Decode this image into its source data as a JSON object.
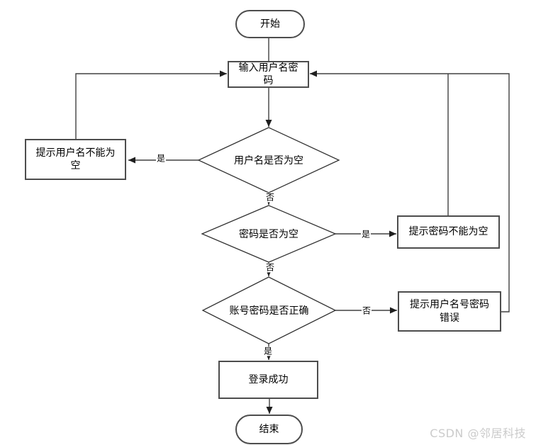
{
  "nodes": {
    "start": {
      "label": "开始",
      "type": "terminator"
    },
    "input": {
      "label": "输入用户名密码",
      "type": "process"
    },
    "check_username": {
      "label": "用户名是否为空",
      "type": "decision"
    },
    "prompt_username_empty": {
      "label": "提示用户名不能为空",
      "type": "process"
    },
    "check_password": {
      "label": "密码是否为空",
      "type": "decision"
    },
    "prompt_password_empty": {
      "label": "提示密码不能为空",
      "type": "process"
    },
    "check_account": {
      "label": "账号密码是否正确",
      "type": "decision"
    },
    "prompt_credentials_error": {
      "label": "提示用户名号密码错误",
      "type": "process"
    },
    "login_success": {
      "label": "登录成功",
      "type": "process"
    },
    "end": {
      "label": "结束",
      "type": "terminator"
    }
  },
  "edges": [
    {
      "from": "start",
      "to": "input",
      "label": ""
    },
    {
      "from": "input",
      "to": "check_username",
      "label": ""
    },
    {
      "from": "check_username",
      "to": "prompt_username_empty",
      "label": "是"
    },
    {
      "from": "prompt_username_empty",
      "to": "input",
      "label": ""
    },
    {
      "from": "check_username",
      "to": "check_password",
      "label": "否"
    },
    {
      "from": "check_password",
      "to": "prompt_password_empty",
      "label": "是"
    },
    {
      "from": "prompt_password_empty",
      "to": "input",
      "label": ""
    },
    {
      "from": "check_password",
      "to": "check_account",
      "label": "否"
    },
    {
      "from": "check_account",
      "to": "prompt_credentials_error",
      "label": "否"
    },
    {
      "from": "prompt_credentials_error",
      "to": "input",
      "label": ""
    },
    {
      "from": "check_account",
      "to": "login_success",
      "label": "是"
    },
    {
      "from": "login_success",
      "to": "end",
      "label": ""
    }
  ],
  "watermark": "CSDN @邻居科技",
  "colors": {
    "background": "#ffffff",
    "shape_border": "#4d4d4d",
    "diamond_stroke": "#333333",
    "connector": "#404040",
    "text": "#000000",
    "watermark": "#cbcbcb"
  }
}
